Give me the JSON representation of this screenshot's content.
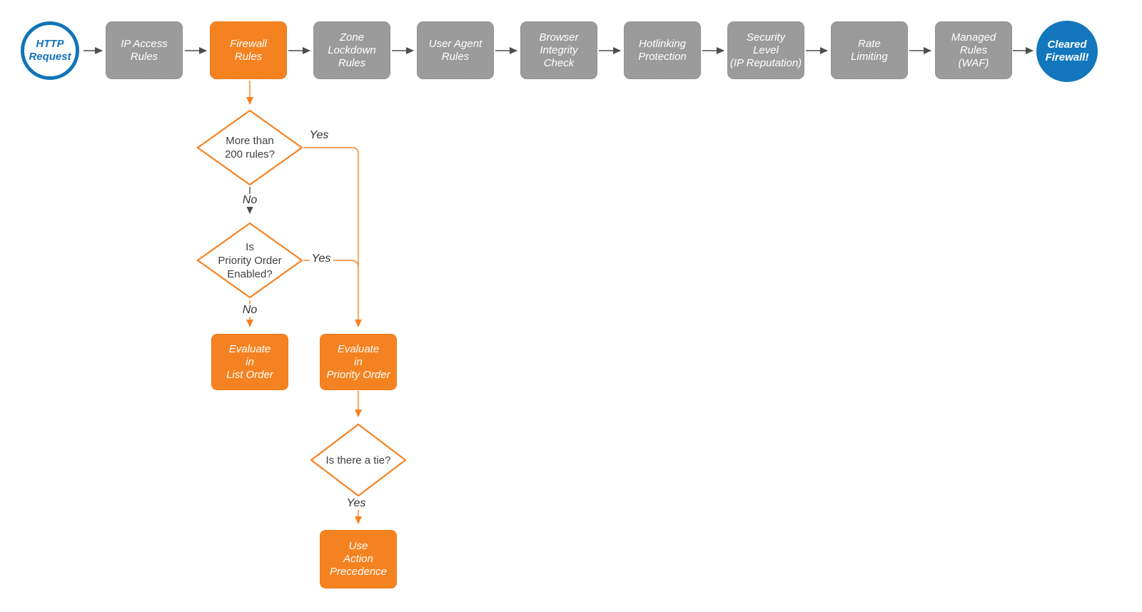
{
  "diagram": {
    "title_semantic": "Cloudflare firewall HTTP request evaluation flowchart",
    "start": {
      "label": "HTTP\nRequest"
    },
    "end": {
      "label": "Cleared\nFirewall!"
    },
    "stages": [
      {
        "label": "IP Access\nRules"
      },
      {
        "label": "Firewall\nRules"
      },
      {
        "label": "Zone\nLockdown\nRules"
      },
      {
        "label": "User Agent\nRules"
      },
      {
        "label": "Browser\nIntegrity\nCheck"
      },
      {
        "label": "Hotlinking\nProtection"
      },
      {
        "label": "Security\nLevel\n(IP Reputation)"
      },
      {
        "label": "Rate\nLimiting"
      },
      {
        "label": "Managed\nRules\n(WAF)"
      }
    ],
    "decisions": {
      "more_than_200": {
        "question": "More than\n200 rules?",
        "yes_label": "Yes",
        "no_label": "No"
      },
      "priority_enabled": {
        "question": "Is\nPriority Order\nEnabled?",
        "yes_label": "Yes",
        "no_label": "No"
      },
      "tie": {
        "question": "Is there a tie?",
        "yes_label": "Yes"
      }
    },
    "actions": {
      "evaluate_list_order": {
        "label": "Evaluate\nin\nList Order"
      },
      "evaluate_priority_order": {
        "label": "Evaluate\nin\nPriority Order"
      },
      "use_action_precedence": {
        "label": "Use\nAction\nPrecedence"
      }
    },
    "colors": {
      "accent_orange": "#f58220",
      "stage_gray": "#9b9b9b",
      "brand_blue": "#1274b8",
      "arrow_gray": "#4d4d4d"
    }
  }
}
